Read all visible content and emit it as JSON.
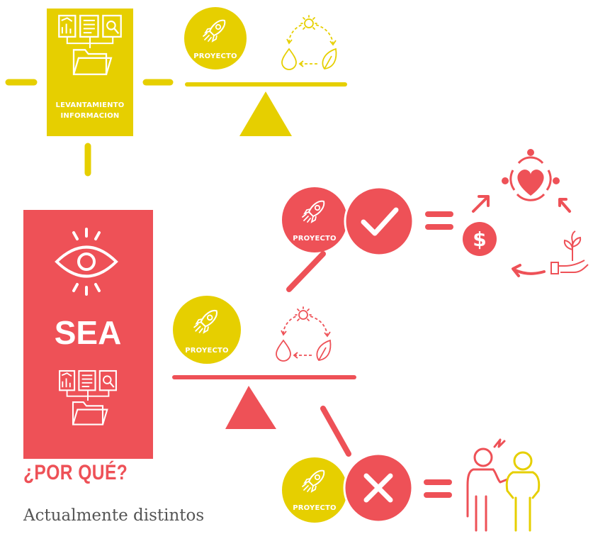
{
  "colors": {
    "yellow": "#e6cf00",
    "red": "#ee5157",
    "white": "#ffffff",
    "text": "#555555"
  },
  "top_panel": {
    "line1": "LEVANTAMIENTO",
    "line2": "INFORMACION"
  },
  "project_label": "PROYECTO",
  "sea_panel": {
    "title": "SEA"
  },
  "heading": "¿POR QUÉ?",
  "body_text": "Actualmente distintos"
}
